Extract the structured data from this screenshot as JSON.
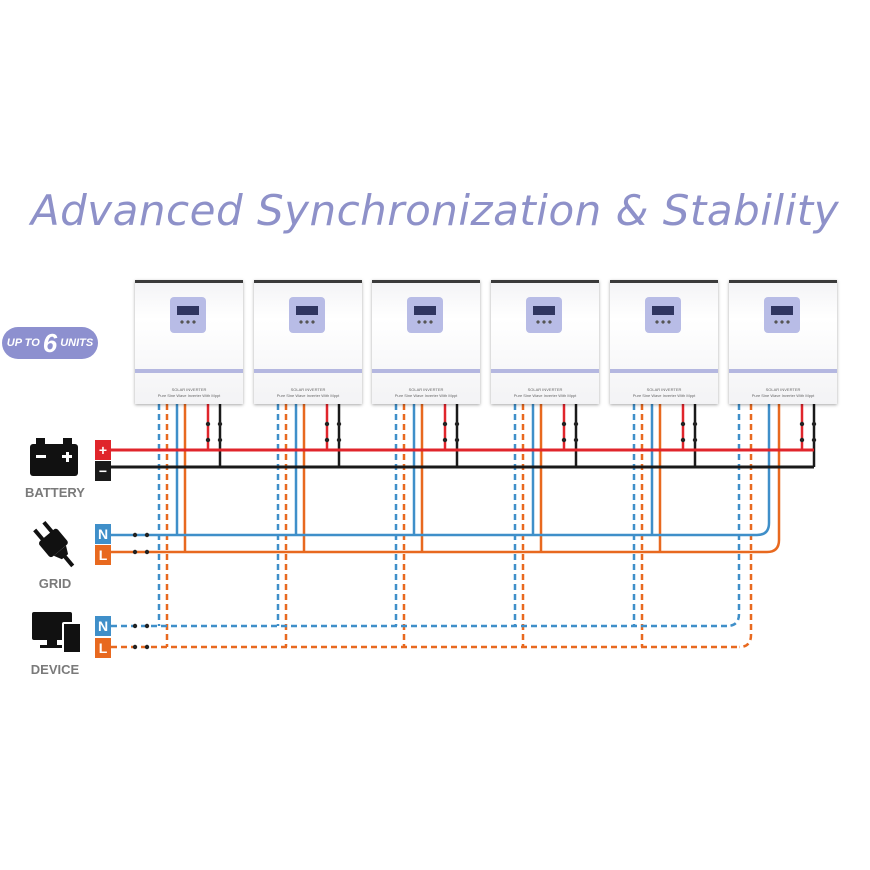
{
  "title": "Advanced Synchronization & Stability",
  "badge": {
    "prefix": "UP TO",
    "number": "6",
    "suffix": "UNITS"
  },
  "sources": [
    {
      "name": "battery-icon",
      "label": "BATTERY",
      "terminals": [
        "+",
        "−"
      ]
    },
    {
      "name": "grid-plug-icon",
      "label": "GRID",
      "terminals": [
        "N",
        "L"
      ]
    },
    {
      "name": "device-icon",
      "label": "DEVICE",
      "terminals": [
        "N",
        "L"
      ]
    }
  ],
  "inverter": {
    "line1": "SOLAR INVERTER",
    "line2": "Pure Sine Wave Inverter With Mppt"
  },
  "units": 6,
  "colors": {
    "positive": "#e0252b",
    "negative": "#1a1a1a",
    "neutral": "#3f8fc9",
    "line": "#e8691f",
    "accent": "#8d90cf"
  }
}
